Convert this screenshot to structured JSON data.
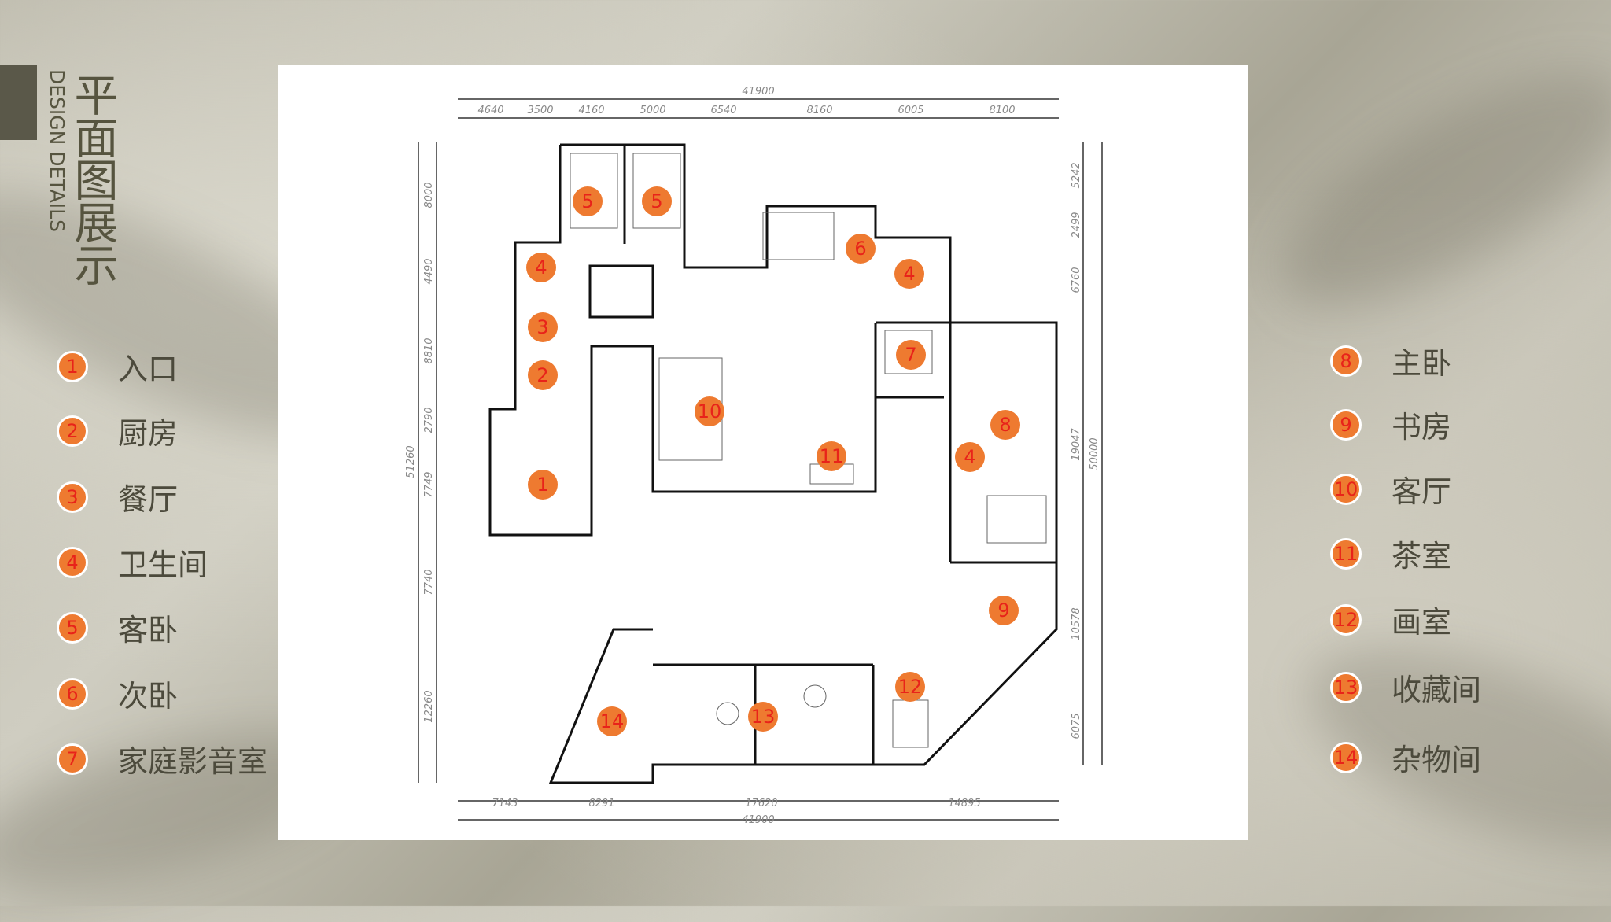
{
  "title": {
    "cn": "平面图展示",
    "en": "DESIGN DETAILS"
  },
  "legend_left": [
    {
      "num": "1",
      "label": "入口"
    },
    {
      "num": "2",
      "label": "厨房"
    },
    {
      "num": "3",
      "label": "餐厅"
    },
    {
      "num": "4",
      "label": "卫生间"
    },
    {
      "num": "5",
      "label": "客卧"
    },
    {
      "num": "6",
      "label": "次卧"
    },
    {
      "num": "7",
      "label": "家庭影音室"
    }
  ],
  "legend_right": [
    {
      "num": "8",
      "label": "主卧"
    },
    {
      "num": "9",
      "label": "书房"
    },
    {
      "num": "10",
      "label": "客厅"
    },
    {
      "num": "11",
      "label": "茶室"
    },
    {
      "num": "12",
      "label": "画室"
    },
    {
      "num": "13",
      "label": "收藏间"
    },
    {
      "num": "14",
      "label": "杂物间"
    }
  ],
  "plan": {
    "top_total": "41900",
    "top_dims": [
      "4640",
      "3500",
      "4160",
      "5000",
      "6540",
      "8160",
      "6005",
      "8100"
    ],
    "bottom_total": "41900",
    "bottom_dims": [
      "7143",
      "8291",
      "17620",
      "14895"
    ],
    "left_total": "51260",
    "left_dims": [
      "8000",
      "4490",
      "8810",
      "2790",
      "7749",
      "7740",
      "12260"
    ],
    "right_total": "50000",
    "right_dims": [
      "5242",
      "2499",
      "6760",
      "19047",
      "10578",
      "6075"
    ],
    "markers": [
      "1",
      "2",
      "3",
      "4",
      "5",
      "5",
      "6",
      "4",
      "7",
      "10",
      "11",
      "8",
      "4",
      "9",
      "12",
      "13",
      "14"
    ]
  },
  "colors": {
    "badge": "#ee7a30",
    "badge_text": "#e8231a",
    "title": "#56543f"
  }
}
